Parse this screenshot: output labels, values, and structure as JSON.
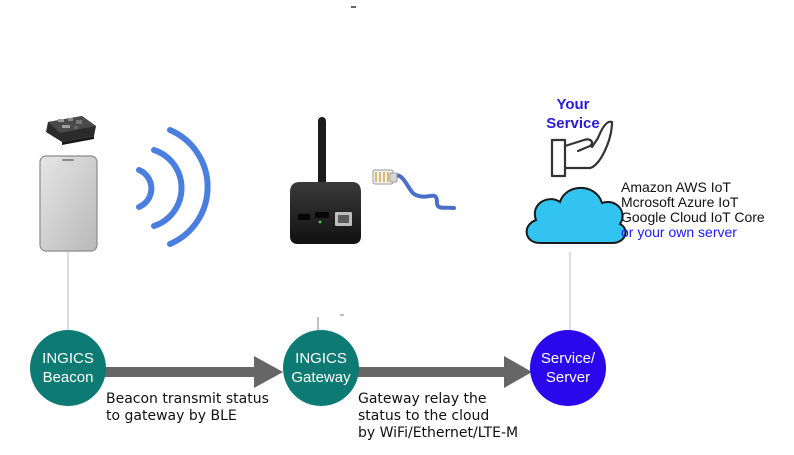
{
  "nodes": {
    "beacon": {
      "line1": "INGICS",
      "line2": "Beacon",
      "color": "#0d7a73"
    },
    "gateway": {
      "line1": "INGICS",
      "line2": "Gateway",
      "color": "#0d7a73"
    },
    "server": {
      "line1": "Service/",
      "line2": "Server",
      "color": "#2b07ec"
    }
  },
  "captions": {
    "beacon_to_gateway": [
      "Beacon transmit status",
      "to gateway by BLE"
    ],
    "gateway_to_server": [
      "Gateway relay the",
      "status to the cloud",
      "by WiFi/Ethernet/LTE-M"
    ]
  },
  "your_service": [
    "Your",
    "Service"
  ],
  "cloud_providers": {
    "items": [
      "Amazon AWS IoT",
      "Mcrosoft Azure IoT",
      "Google Cloud IoT Core"
    ],
    "own_server": "or your own server"
  },
  "icons": [
    "beacon-device-icon",
    "phone-icon",
    "ble-signal-icon",
    "gateway-device-icon",
    "ethernet-cable-icon",
    "hand-icon",
    "cloud-icon"
  ],
  "colors": {
    "arrow": "#666666",
    "signal": "#4a7fe0",
    "cloud_fill": "#33c3f0",
    "connector_line": "#bbbbbb"
  }
}
